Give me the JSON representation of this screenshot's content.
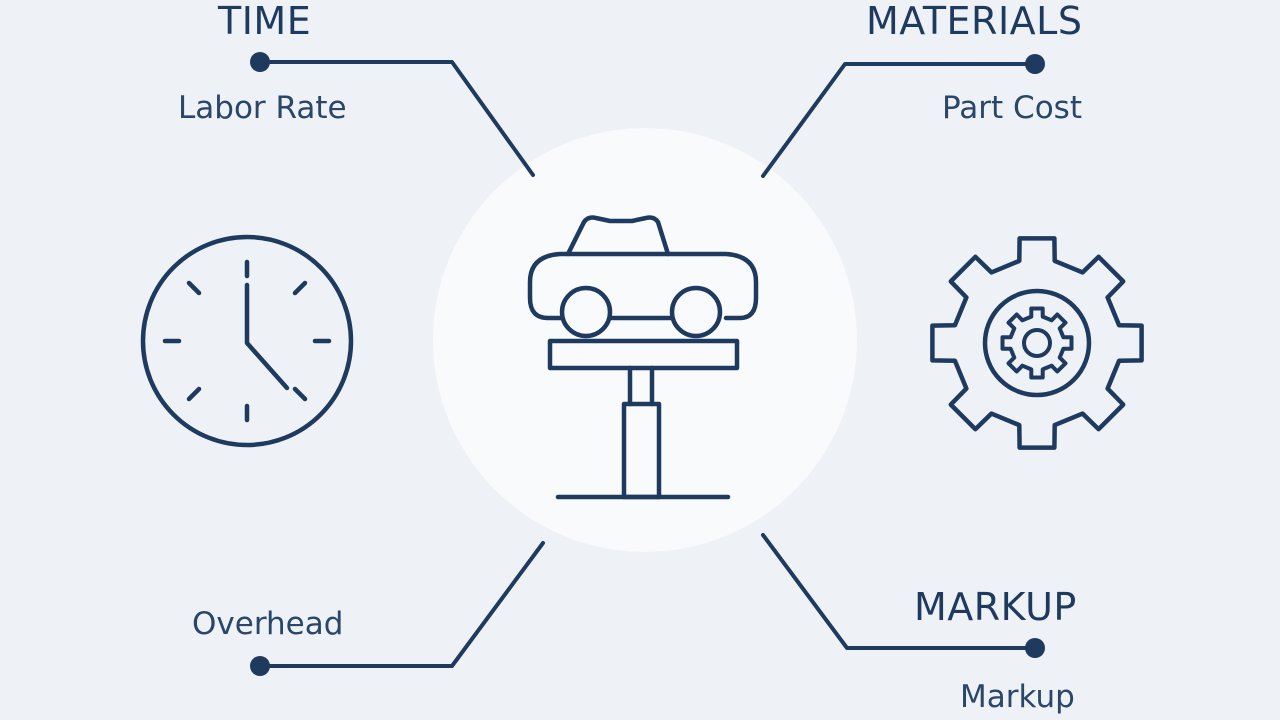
{
  "diagram": {
    "center": {
      "icon": "car-on-lift-icon"
    },
    "branches": [
      {
        "key": "time",
        "heading": "TIME",
        "sub_label": "Labor Rate",
        "icon": "clock-icon"
      },
      {
        "key": "materials",
        "heading": "MATERIALS",
        "sub_label": "Part Cost",
        "icon": "gear-icon"
      },
      {
        "key": "overhead",
        "heading": "",
        "sub_label": "Overhead"
      },
      {
        "key": "markup",
        "heading": "MARKUP",
        "sub_label": "Markup"
      }
    ]
  },
  "colors": {
    "background": "#eef2f7",
    "center_circle": "#f8fafc",
    "stroke": "#1f3a5f"
  }
}
